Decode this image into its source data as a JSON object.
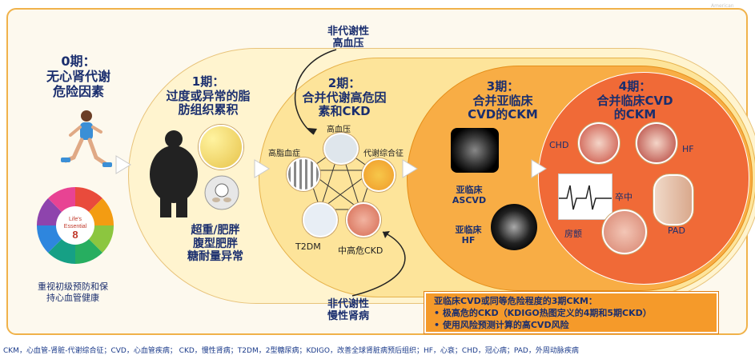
{
  "stage0": {
    "title": [
      "0期：",
      "无心肾代谢",
      "危险因素"
    ],
    "caption": [
      "重视初级预防和保",
      "持心血管健康"
    ],
    "wheel_text": [
      "Life's",
      "Essential",
      "8"
    ]
  },
  "stage1": {
    "title": [
      "1期：",
      "过度或异常的脂",
      "肪组织累积"
    ],
    "labels": [
      "超重/肥胖",
      "腹型肥胖",
      "糖耐量异常"
    ]
  },
  "stage2": {
    "title": [
      "2期：",
      "合并代谢高危因",
      "素和CKD"
    ],
    "top_callout": [
      "非代谢性",
      "高血压"
    ],
    "bottom_callout": [
      "非代谢性",
      "慢性肾病"
    ],
    "nodes": {
      "hypertension": "高血压",
      "hyperlipidemia": "高脂血症",
      "metabolic_syndrome": "代谢综合征",
      "t2dm": "T2DM",
      "ckd": "中高危CKD"
    }
  },
  "stage3": {
    "title": [
      "3期：",
      "合并亚临床",
      "CVD的CKM"
    ],
    "labels": [
      "亚临床",
      "ASCVD",
      "亚临床",
      "HF"
    ]
  },
  "stage4": {
    "title": [
      "4期：",
      "合并临床CVD",
      "的CKM"
    ],
    "labels": {
      "chd": "CHD",
      "hf": "HF",
      "stroke": "卒中",
      "af": "房颤",
      "pad": "PAD"
    }
  },
  "callout": {
    "lines": [
      "亚临床CVD或同等危险程度的3期CKM：",
      "•  极高危的CKD（KDIGO热图定义的4期和5期CKD）",
      "•  使用风险预测计算的高CVD风险"
    ]
  },
  "watermark": "American",
  "footer": "CKM，心血管-肾脏-代谢综合征；CVD，心血管疾病； CKD，慢性肾病；T2DM，2型糖尿病；KDIGO，改善全球肾脏病预后组织；HF，心衰；CHD，冠心病；PAD，外周动脉疾病",
  "colors": {
    "frame": "#f0b24a",
    "stage1": "#fff2c4",
    "stage2": "#fde18a",
    "stage3": "#f8a93c",
    "stage4": "#f26a35",
    "text": "#1a2e6e"
  }
}
